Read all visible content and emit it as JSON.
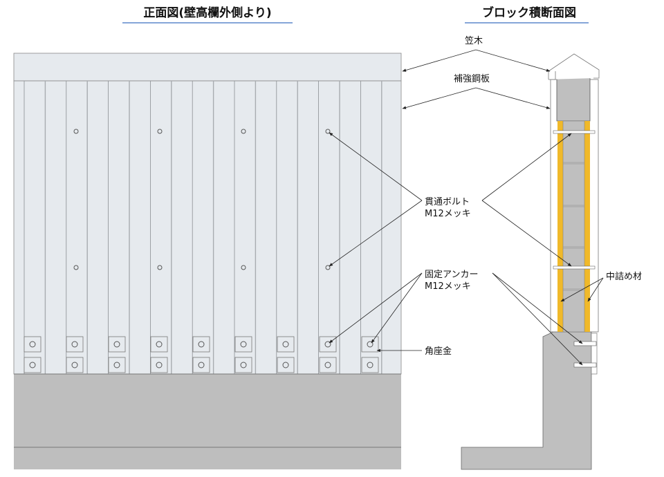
{
  "front_view": {
    "title": "正面図(壁高欄外側より)",
    "colors": {
      "panel": "#e6eaee",
      "concrete": "#bebebe",
      "underline": "#3a6fc0"
    }
  },
  "section_view": {
    "title": "ブロック積断面図",
    "colors": {
      "filler": "#f0b92a",
      "block": "#bfbfbf"
    }
  },
  "labels": {
    "kasagi": "笠木",
    "steel_plate": "補強鋼板",
    "through_bolt_1": "貫通ボルト",
    "through_bolt_2": "M12メッキ",
    "anchor_1": "固定アンカー",
    "anchor_2": "M12メッキ",
    "filler": "中詰め材",
    "washer": "角座金"
  }
}
